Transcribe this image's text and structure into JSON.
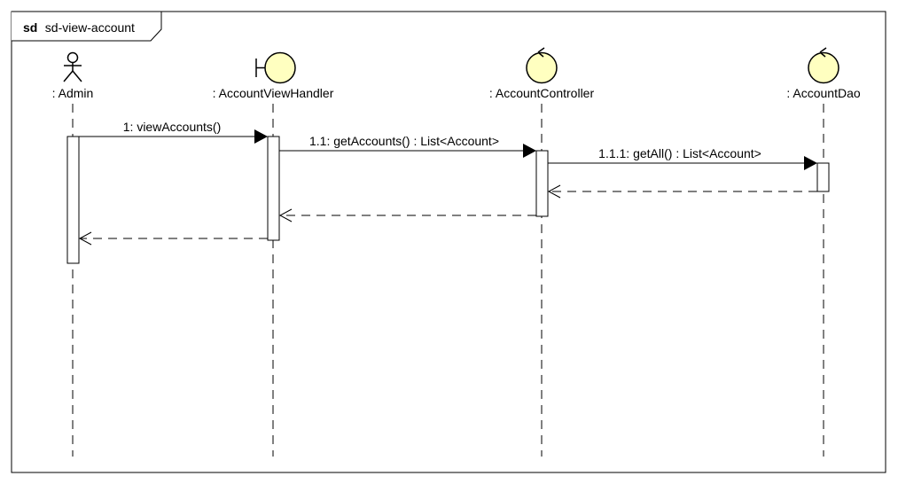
{
  "frame": {
    "keyword": "sd",
    "name": "sd-view-account"
  },
  "colors": {
    "lifeline_fill": "#FFFFC0",
    "stroke": "#000000",
    "activation_fill": "#FFFFFF"
  },
  "participants": [
    {
      "id": "admin",
      "label": ": Admin",
      "kind": "actor",
      "icon": "actor-icon"
    },
    {
      "id": "handler",
      "label": ": AccountViewHandler",
      "kind": "boundary",
      "icon": "boundary-icon"
    },
    {
      "id": "controller",
      "label": ": AccountController",
      "kind": "control",
      "icon": "control-icon"
    },
    {
      "id": "dao",
      "label": ": AccountDao",
      "kind": "control",
      "icon": "control-icon"
    }
  ],
  "messages": [
    {
      "label": "1: viewAccounts()",
      "from": "admin",
      "to": "handler",
      "type": "sync"
    },
    {
      "label": "1.1: getAccounts() : List<Account>",
      "from": "handler",
      "to": "controller",
      "type": "sync"
    },
    {
      "label": "1.1.1: getAll() : List<Account>",
      "from": "controller",
      "to": "dao",
      "type": "sync"
    },
    {
      "label": "",
      "from": "dao",
      "to": "controller",
      "type": "return"
    },
    {
      "label": "",
      "from": "controller",
      "to": "handler",
      "type": "return"
    },
    {
      "label": "",
      "from": "handler",
      "to": "admin",
      "type": "return"
    }
  ]
}
